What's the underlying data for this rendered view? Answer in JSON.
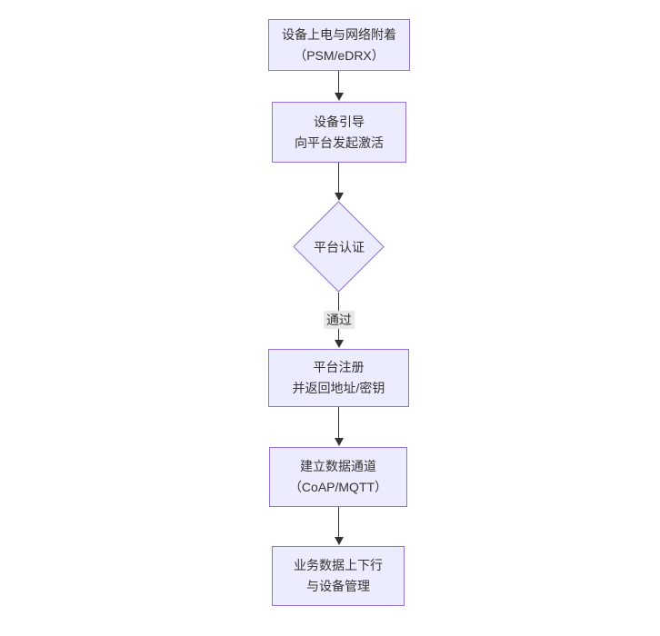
{
  "diagram": {
    "type": "flowchart-vertical",
    "nodes": [
      {
        "id": "power-attach",
        "lines": [
          "设备上电与网络附着",
          "（PSM/eDRX）"
        ]
      },
      {
        "id": "bootstrap",
        "lines": [
          "设备引导",
          "向平台发起激活"
        ]
      },
      {
        "id": "register",
        "lines": [
          "平台注册",
          "并返回地址/密钥"
        ]
      },
      {
        "id": "data-channel",
        "lines": [
          "建立数据通道",
          "（CoAP/MQTT）"
        ]
      },
      {
        "id": "business-data",
        "lines": [
          "业务数据上下行",
          "与设备管理"
        ]
      }
    ],
    "decision": {
      "id": "platform-auth",
      "label": "平台认证"
    },
    "edges": [
      {
        "from": "power-attach",
        "to": "bootstrap",
        "label": ""
      },
      {
        "from": "bootstrap",
        "to": "platform-auth",
        "label": ""
      },
      {
        "from": "platform-auth",
        "to": "register",
        "label": "通过"
      },
      {
        "from": "register",
        "to": "data-channel",
        "label": ""
      },
      {
        "from": "data-channel",
        "to": "business-data",
        "label": ""
      }
    ],
    "colors": {
      "node_fill": "#ECECFF",
      "node_border": "#9370DB",
      "edge": "#333333",
      "text": "#333333",
      "label_bg": "#e8e8e8",
      "background": "#ffffff"
    }
  }
}
